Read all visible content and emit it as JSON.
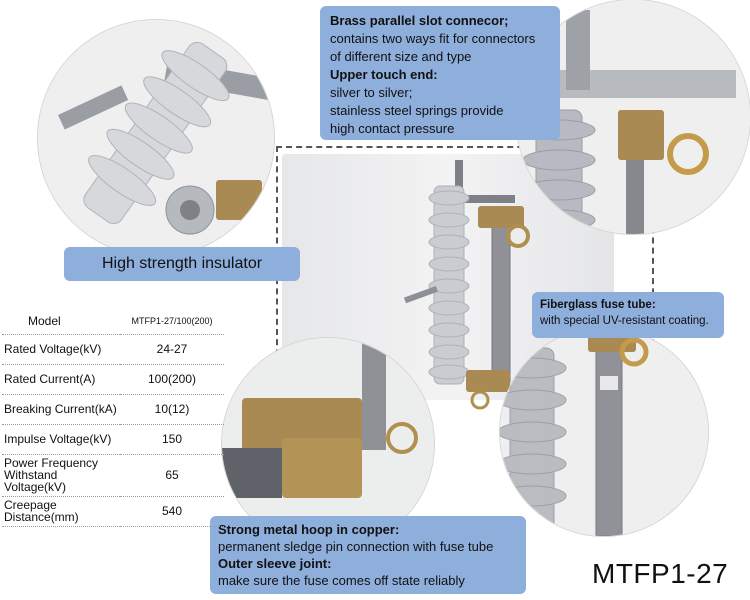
{
  "callouts": {
    "insulator": "High strength insulator",
    "brass": {
      "title": "Brass parallel slot connecor;",
      "line1": "contains two ways fit for connectors",
      "line2": "of different size and type",
      "subtitle": "Upper touch end:",
      "line3": "silver to silver;",
      "line4": "stainless steel springs provide",
      "line5": "high contact pressure"
    },
    "fiberglass": {
      "title": "Fiberglass fuse tube:",
      "line1": "with special UV-resistant coating."
    },
    "hoop": {
      "title": "Strong metal hoop in copper:",
      "line1": "permanent sledge pin connection with fuse tube",
      "subtitle": "Outer sleeve joint:",
      "line2": "make sure the fuse comes off state reliably"
    }
  },
  "specs": {
    "header": {
      "label": "Model",
      "value": "MTFP1-27/100(200)"
    },
    "rows": [
      {
        "label": "Rated Voltage(kV)",
        "value": "24-27"
      },
      {
        "label": "Rated Current(A)",
        "value": "100(200)"
      },
      {
        "label": "Breaking Current(kA)",
        "value": "10(12)"
      },
      {
        "label": "Impulse Voltage(kV)",
        "value": "150"
      },
      {
        "label_line1": "Power Frequency",
        "label_line2": "Withstand Voltage(kV)",
        "value": "65"
      },
      {
        "label": "Creepage Distance(mm)",
        "value": "540"
      }
    ]
  },
  "model_name": "MTFP1-27",
  "colors": {
    "callout_bg": "#8eaedc",
    "insulator_gray": "#b9bcc2",
    "brass": "#a88a52",
    "metal": "#8d9096"
  }
}
